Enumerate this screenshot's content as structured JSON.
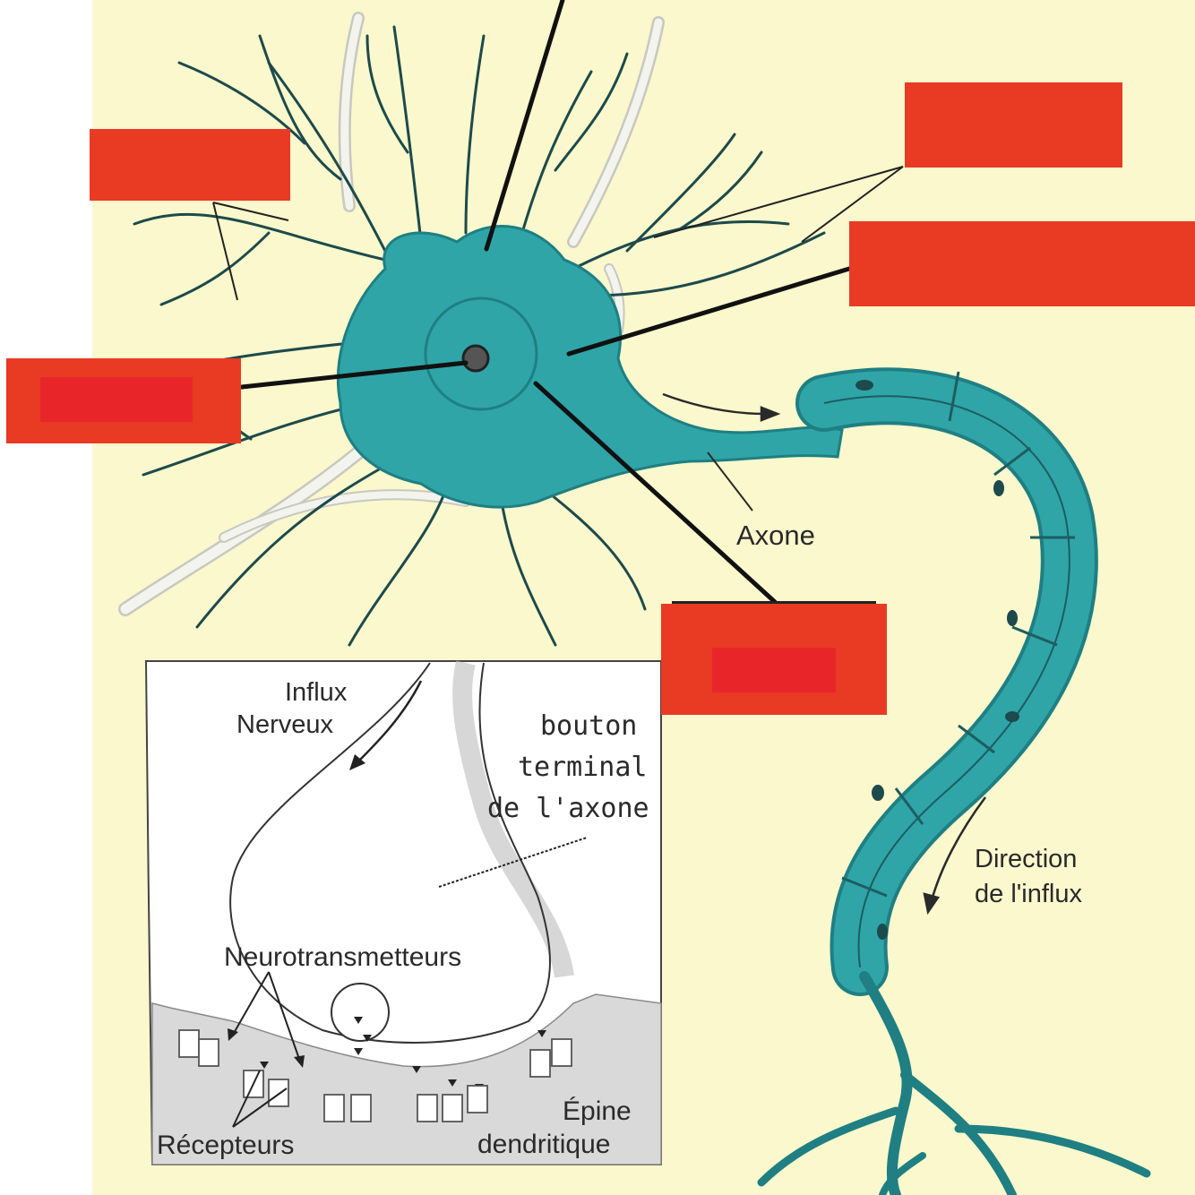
{
  "colors": {
    "background": "#faf8cc",
    "neuron": "#2fa5a8",
    "neuron_dark": "#1f7f82",
    "label_box": "#e93a24",
    "label_box_inner": "#e8262a",
    "inset_bg": "#ffffff",
    "dendrite_spine_bg": "#d9d9d9"
  },
  "labels": {
    "axone": "Axone",
    "direction_line1": "Direction",
    "direction_line2": "de l'influx",
    "influx_line1": "Influx",
    "influx_line2": "Nerveux",
    "bouton_line1": "bouton",
    "bouton_line2": "terminal",
    "bouton_line3": "de l'axone",
    "neurotransmetteurs": "Neurotransmetteurs",
    "recepteurs": "Récepteurs",
    "epine_line1": "Épine",
    "epine_line2": "dendritique"
  },
  "blank_labels": [
    {
      "name": "label-box-dendrites",
      "text": ""
    },
    {
      "name": "label-box-nucleolus",
      "text": ""
    },
    {
      "name": "label-box-ramifications",
      "text": ""
    },
    {
      "name": "label-box-cytoplasm",
      "text": ""
    },
    {
      "name": "label-box-nucleus",
      "text": ""
    }
  ]
}
